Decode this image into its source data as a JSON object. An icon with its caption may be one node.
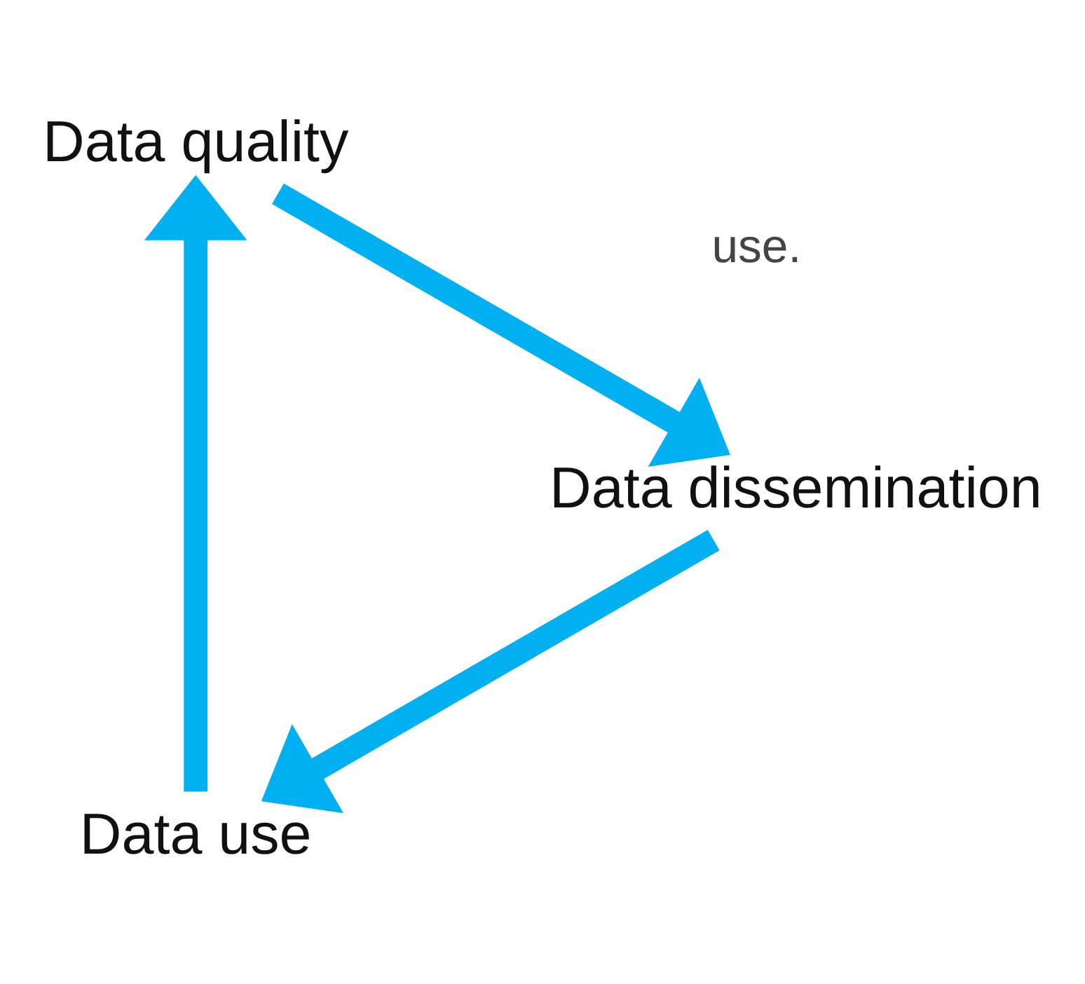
{
  "diagram": {
    "nodes": [
      {
        "text": [
          "Data use"
        ]
      },
      {
        "text": [
          "Data quality"
        ]
      },
      {
        "text": [
          "Data dissemination"
        ]
      }
    ],
    "edges": [
      {
        "from": 0,
        "to": 1,
        "arrow": "to"
      },
      {
        "from": 1,
        "to": 2,
        "arrow": "to"
      },
      {
        "from": 2,
        "to": 0,
        "arrow": "to"
      }
    ],
    "labels": [
      "use."
    ]
  }
}
